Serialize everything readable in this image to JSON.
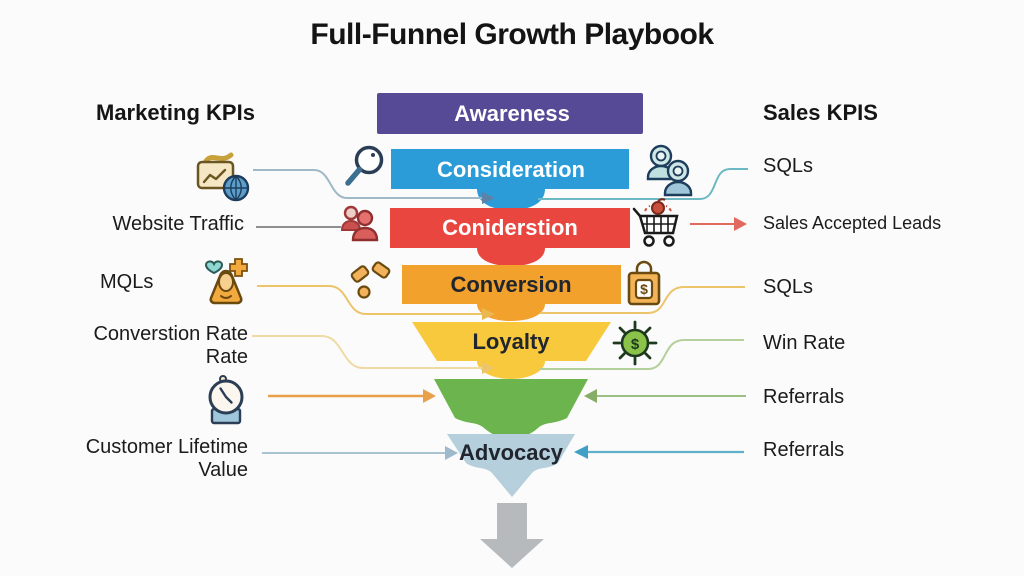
{
  "title": "Full-Funnel Growth Playbook",
  "marketing": {
    "header": "Marketing KPIs",
    "labels": {
      "website_traffic": "Website Traffic",
      "mqls": "MQLs",
      "conversion_rate": "Converstion Rate\nRate",
      "customer_lifetime_value": "Customer Lifetime\nValue"
    }
  },
  "sales": {
    "header": "Sales KPIS",
    "labels": {
      "sqls_top": "SQLs",
      "sales_accepted_leads": "Sales Accepted Leads",
      "sqls_mid": "SQLs",
      "win_rate": "Win Rate",
      "referrals_loyalty": "Referrals",
      "referrals_advocacy": "Referrals"
    }
  },
  "funnel": {
    "stages": [
      {
        "name": "awareness",
        "label": "Awareness",
        "color": "#564a96",
        "text_color": "#ffffff"
      },
      {
        "name": "consideration",
        "label": "Consideration",
        "color": "#2b9cd8",
        "text_color": "#ffffff"
      },
      {
        "name": "consideration-2",
        "label": "Coniderstion",
        "color": "#e8463f",
        "text_color": "#ffffff"
      },
      {
        "name": "conversion",
        "label": "Conversion",
        "color": "#f2a12d",
        "text_color": "#20252e"
      },
      {
        "name": "loyalty",
        "label": "Loyalty",
        "color": "#f8c93c",
        "text_color": "#20252e"
      },
      {
        "name": "unlabeled-green",
        "label": "",
        "color": "#6cb44e",
        "text_color": "#20252e"
      },
      {
        "name": "advocacy",
        "label": "Advocacy",
        "color": "#b5cfdd",
        "text_color": "#20252e"
      }
    ],
    "exit_arrow_color": "#b6babd"
  },
  "icon_glyphs": {
    "dollar": "$"
  },
  "icons": {
    "left": [
      "analytics-globe-icon",
      "magnifier-icon",
      "people-red-icon",
      "lead-plus-icon",
      "pencils-icon",
      "alarm-clock-icon"
    ],
    "right": [
      "people-teal-icon",
      "cart-icon",
      "money-bag-icon",
      "dollar-target-icon"
    ]
  },
  "connector_colors": {
    "reach_line": "#9fb9c6",
    "reach_arrow": "#5d82a8",
    "website_traffic_line": "#8f8f8f",
    "mqls_line": "#ecc46a",
    "mqls_arrow": "#eab84e",
    "conversion_rate_line": "#eedaa2",
    "conversion_rate_arrow": "#ecc46a",
    "clock_arrow": "#e9a04b",
    "clv_line": "#a9c3d2",
    "clv_arrow": "#9db9cb",
    "consideration_to_sqls": "#6cb9c3",
    "cart_to_sal_arrow": "#e2695e",
    "conversion_to_sqls": "#ecc46a",
    "loyalty_to_winrate": "#b3cf9a",
    "referrals_green_line": "#9cc084",
    "referrals_green_arrow": "#86ad68",
    "referrals_teal_line": "#5fb0c9",
    "referrals_teal_arrow": "#3f9fc4"
  }
}
